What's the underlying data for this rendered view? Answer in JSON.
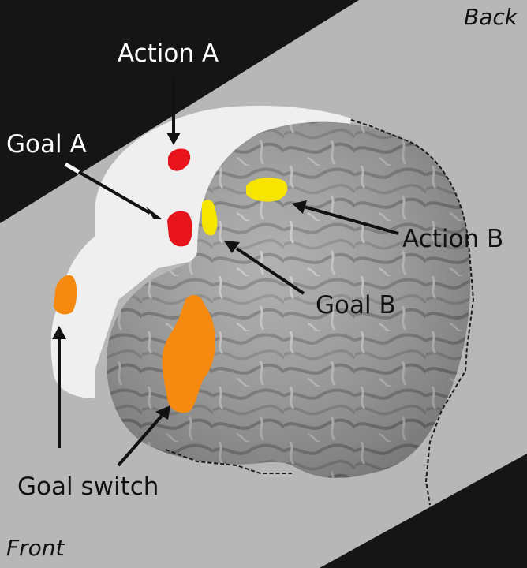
{
  "orientation": {
    "back": "Back",
    "front": "Front"
  },
  "labels": {
    "action_a": "Action A",
    "goal_a": "Goal A",
    "action_b": "Action B",
    "goal_b": "Goal B",
    "goal_switch": "Goal switch"
  },
  "colors": {
    "background": "#b7b7b7",
    "dark_band": "#151515",
    "brain_gray": "#a6a6a6",
    "inflated_white": "#f0f0f0",
    "red": "#e8141b",
    "yellow": "#f6e500",
    "orange": "#f68a10"
  }
}
